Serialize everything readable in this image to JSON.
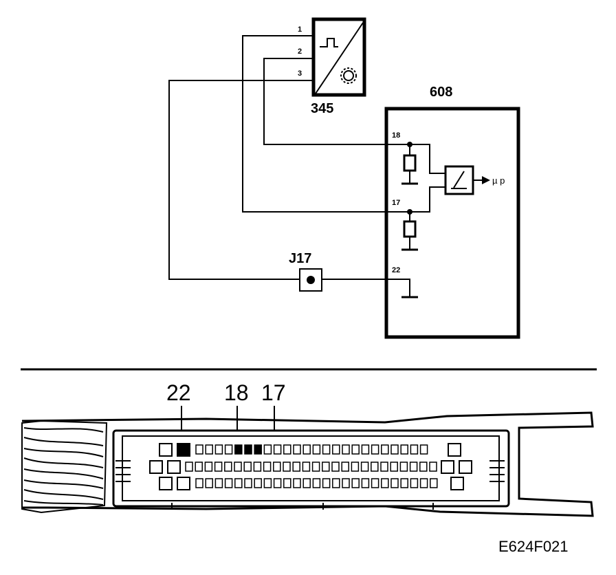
{
  "sensor": {
    "id": "345",
    "pins": [
      "1",
      "2",
      "3"
    ]
  },
  "control_unit": {
    "id": "608",
    "pins": [
      "18",
      "17",
      "22"
    ],
    "output_label": "µ p"
  },
  "ground_point": {
    "id": "J17"
  },
  "connector": {
    "highlighted_pins": [
      "22",
      "18",
      "17"
    ]
  },
  "figure_code": "E624F021",
  "colors": {
    "line": "#000000",
    "background": "#ffffff"
  }
}
